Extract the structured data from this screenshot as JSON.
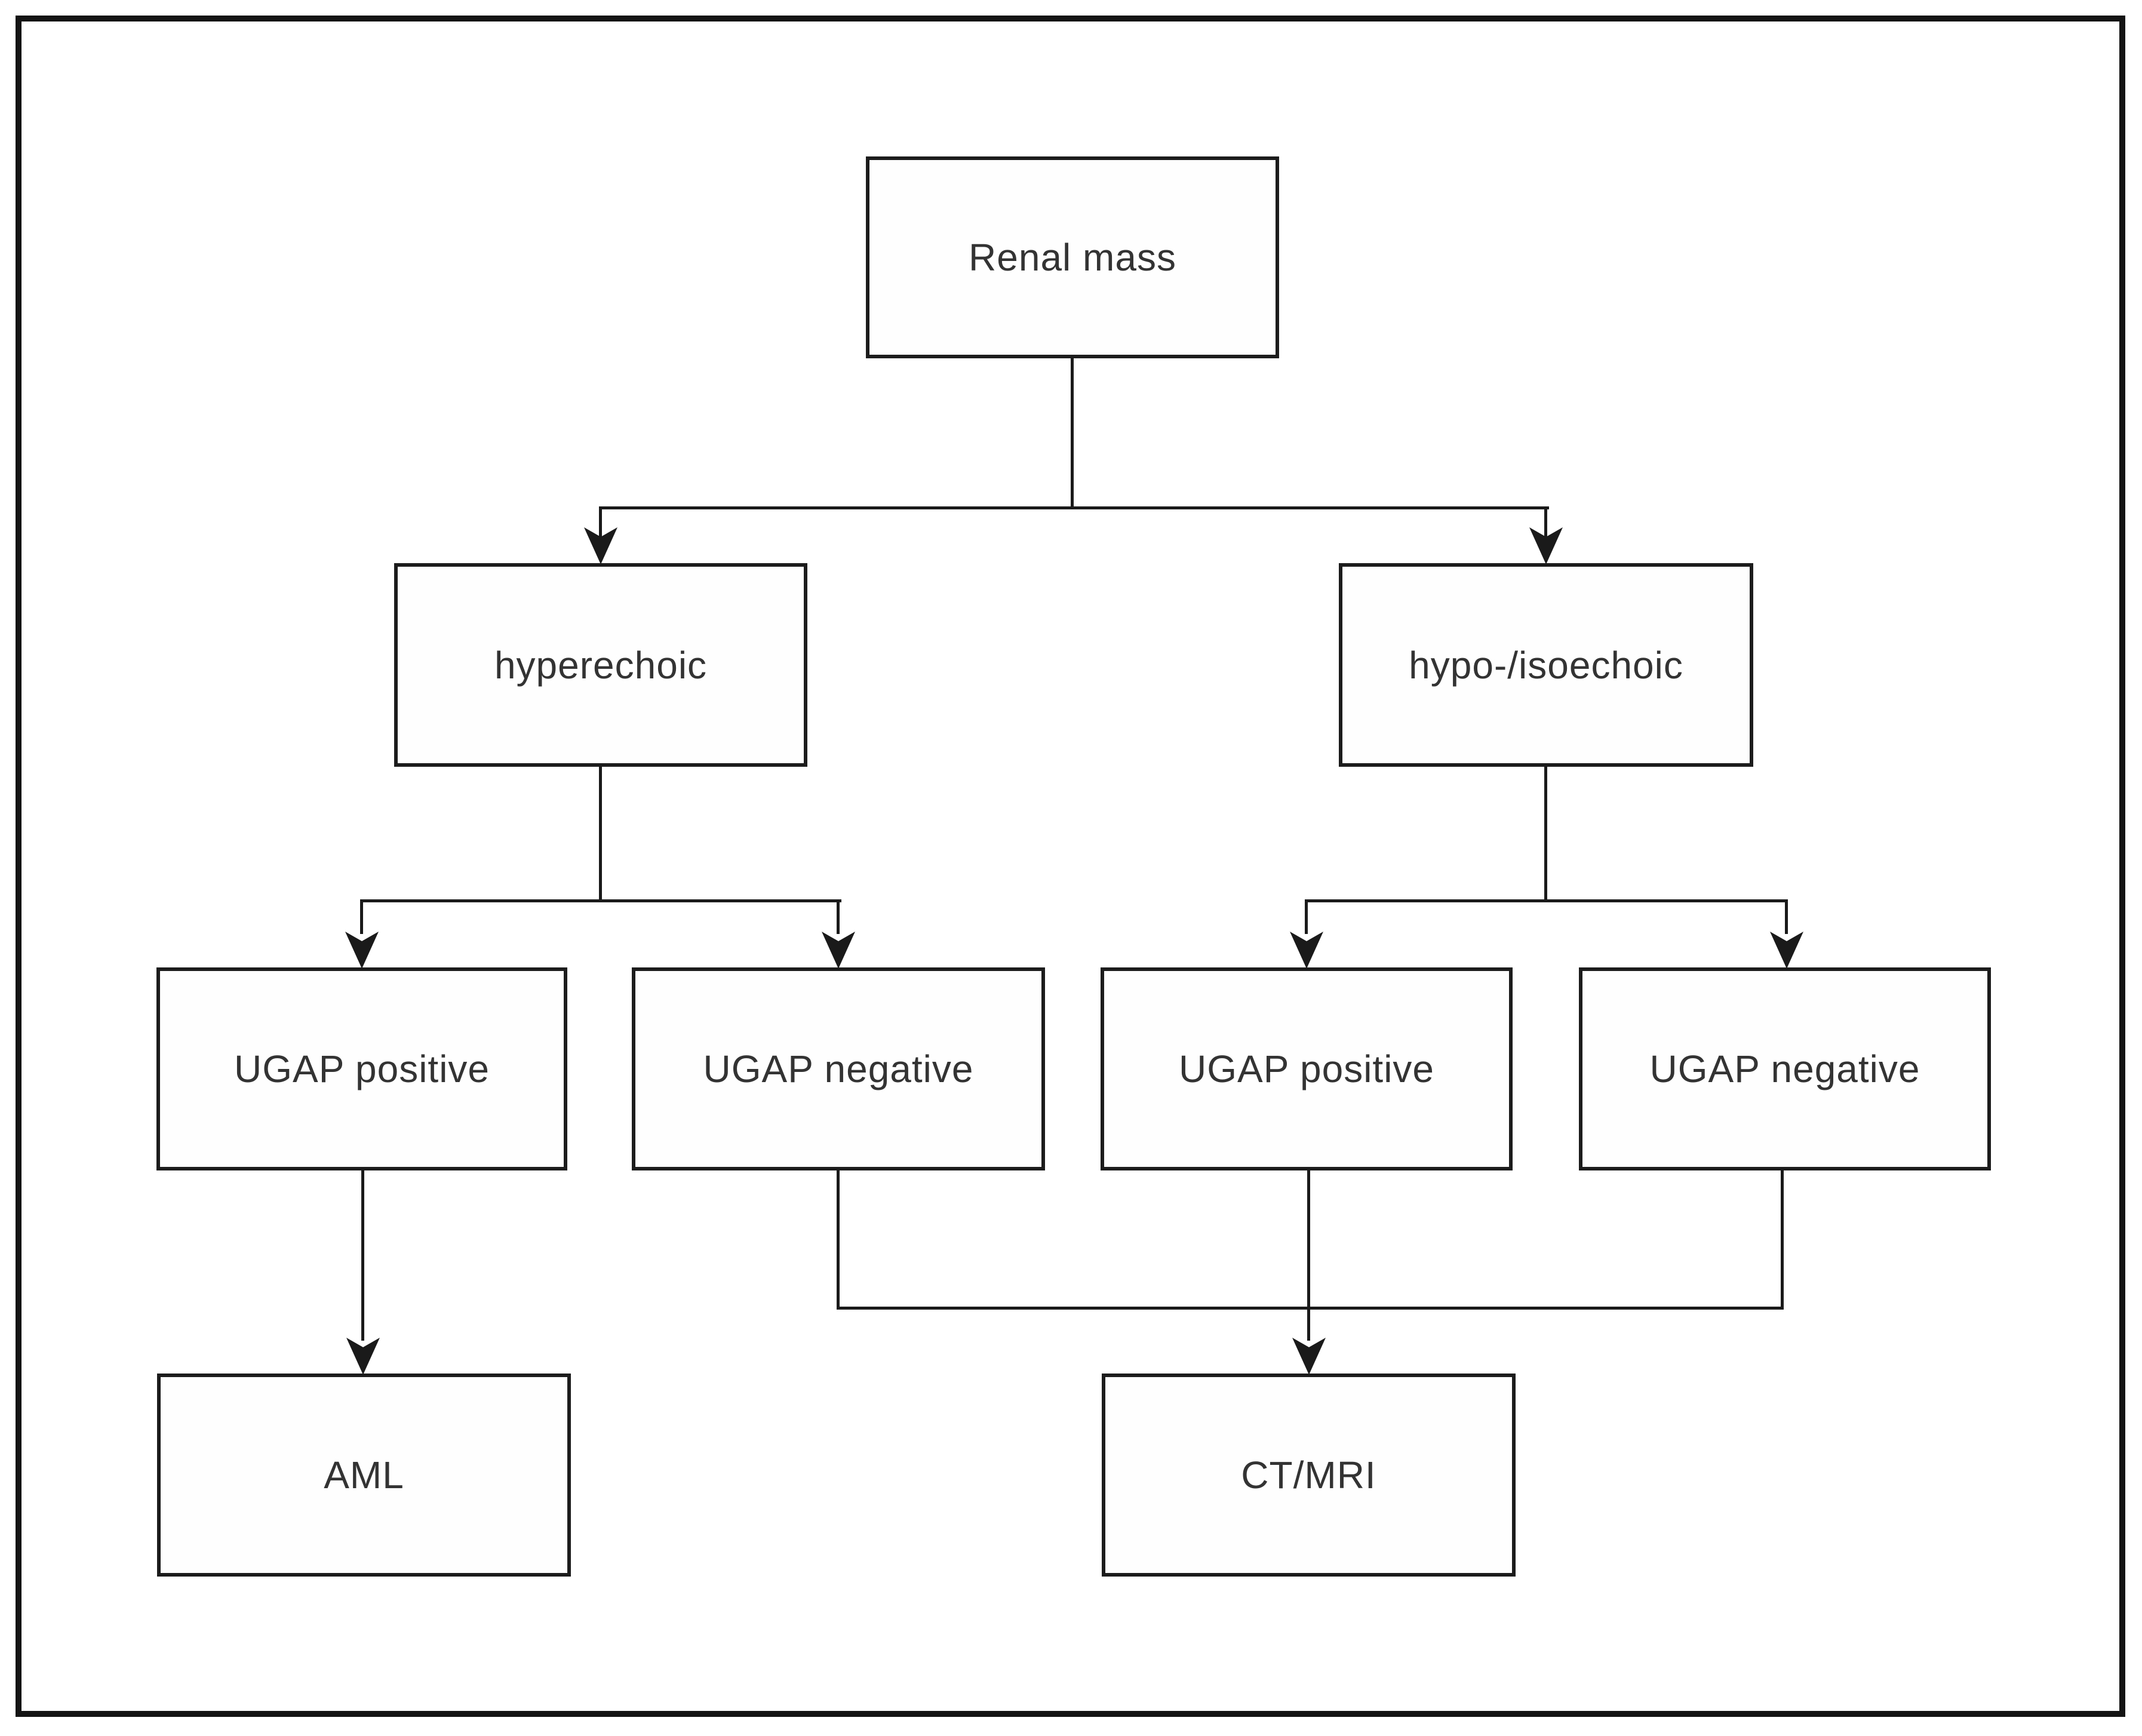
{
  "diagram": {
    "type": "flowchart",
    "colors": {
      "line": "#1a1a1a",
      "node_border": "#1c1c1c",
      "text": "#333333",
      "background": "#ffffff"
    },
    "nodes": [
      {
        "id": "renal-mass",
        "label": "Renal mass"
      },
      {
        "id": "hyperechoic",
        "label": "hyperechoic"
      },
      {
        "id": "hypo-isoechoic",
        "label": "hypo-/isoechoic"
      },
      {
        "id": "ugap-positive-left",
        "label": "UGAP positive"
      },
      {
        "id": "ugap-negative-left",
        "label": "UGAP negative"
      },
      {
        "id": "ugap-positive-right",
        "label": "UGAP positive"
      },
      {
        "id": "ugap-negative-right",
        "label": "UGAP negative"
      },
      {
        "id": "aml",
        "label": "AML"
      },
      {
        "id": "ct-mri",
        "label": "CT/MRI"
      }
    ],
    "edges": [
      {
        "from": "renal-mass",
        "to": "hyperechoic"
      },
      {
        "from": "renal-mass",
        "to": "hypo-/isoechoic"
      },
      {
        "from": "hyperechoic",
        "to": "UGAP positive (left)"
      },
      {
        "from": "hyperechoic",
        "to": "UGAP negative (left)"
      },
      {
        "from": "hypo-/isoechoic",
        "to": "UGAP positive (right)"
      },
      {
        "from": "hypo-/isoechoic",
        "to": "UGAP negative (right)"
      },
      {
        "from": "UGAP positive (left)",
        "to": "AML"
      },
      {
        "from": "UGAP negative (left)",
        "to": "CT/MRI"
      },
      {
        "from": "UGAP positive (right)",
        "to": "CT/MRI"
      },
      {
        "from": "UGAP negative (right)",
        "to": "CT/MRI"
      }
    ]
  }
}
